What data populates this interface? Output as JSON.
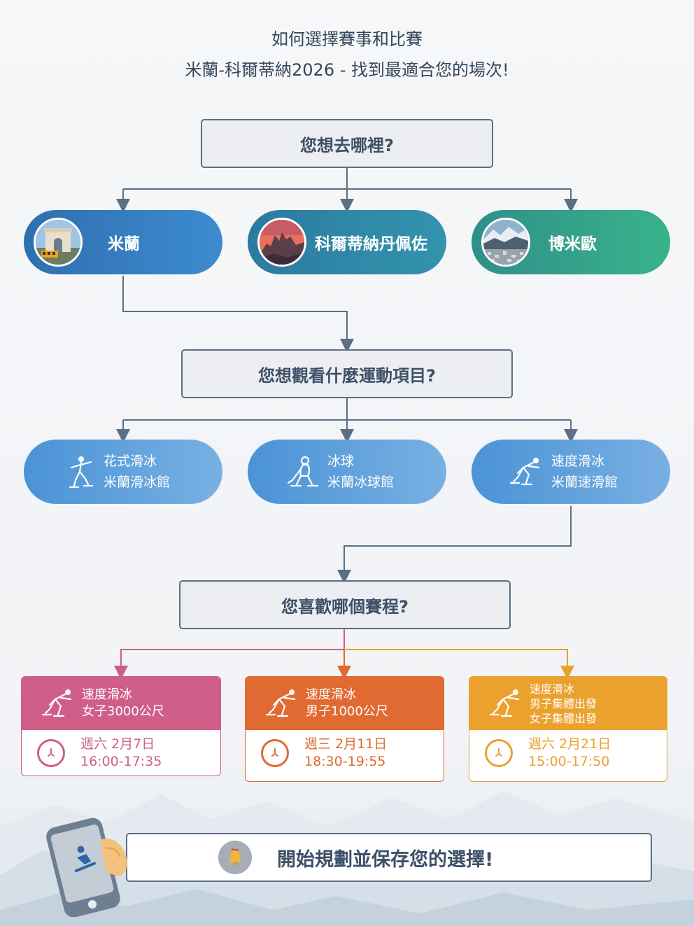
{
  "header": {
    "title_line1": "如何選擇賽事和比賽",
    "title_line2": "米蘭-科爾蒂納2026 - 找到最適合您的場次!"
  },
  "questions": {
    "where": "您想去哪裡?",
    "sport": "您想觀看什麼運動項目?",
    "schedule": "您喜歡哪個賽程?"
  },
  "locations": [
    {
      "name": "米蘭",
      "icon": "milan-arch-photo"
    },
    {
      "name": "科爾蒂納丹佩佐",
      "icon": "dolomites-sunset-photo"
    },
    {
      "name": "博米歐",
      "icon": "bormio-town-photo"
    }
  ],
  "sports": [
    {
      "sport": "花式滑冰",
      "venue": "米蘭滑冰館",
      "icon": "figure-skater-icon"
    },
    {
      "sport": "冰球",
      "venue": "米蘭冰球館",
      "icon": "ice-hockey-icon"
    },
    {
      "sport": "速度滑冰",
      "venue": "米蘭速滑館",
      "icon": "speed-skater-icon"
    }
  ],
  "events": [
    {
      "sport": "速度滑冰",
      "event_lines": [
        "女子3000公尺"
      ],
      "day": "週六 2月7日",
      "time": "16:00-17:35"
    },
    {
      "sport": "速度滑冰",
      "event_lines": [
        "男子1000公尺"
      ],
      "day": "週三 2月11日",
      "time": "18:30-19:55"
    },
    {
      "sport": "速度滑冰",
      "event_lines": [
        "男子集體出發",
        "女子集體出發"
      ],
      "day": "週六 2月21日",
      "time": "15:00-17:50"
    }
  ],
  "cta": {
    "label": "開始規劃並保存您的選擇!",
    "icon": "bell-icon"
  },
  "colors": {
    "connector": "#5b6f85",
    "pill_milan": "#3a84c8",
    "pill_cortina": "#2f8aa3",
    "pill_bormio": "#34ac8c",
    "event_1": "#cf5f88",
    "event_2": "#e06a32",
    "event_3": "#eba12e"
  }
}
